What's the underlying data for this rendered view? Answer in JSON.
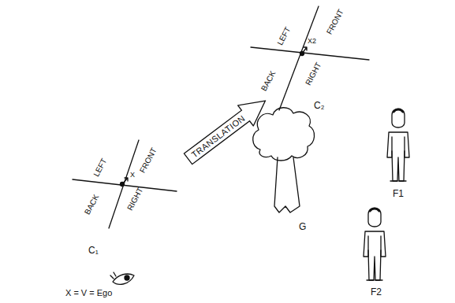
{
  "diagram": {
    "nodes": [
      {
        "text": [
          "TRANSLATION"
        ]
      }
    ],
    "labels": [
      "FRONT",
      "LEFT",
      "X",
      "RIGHT",
      "BACK",
      "C₁",
      "X = V = Ego",
      "FRONT",
      "LEFT",
      "X2",
      "RIGHT",
      "BACK",
      "C₂",
      "G",
      "F1",
      "F2"
    ]
  }
}
